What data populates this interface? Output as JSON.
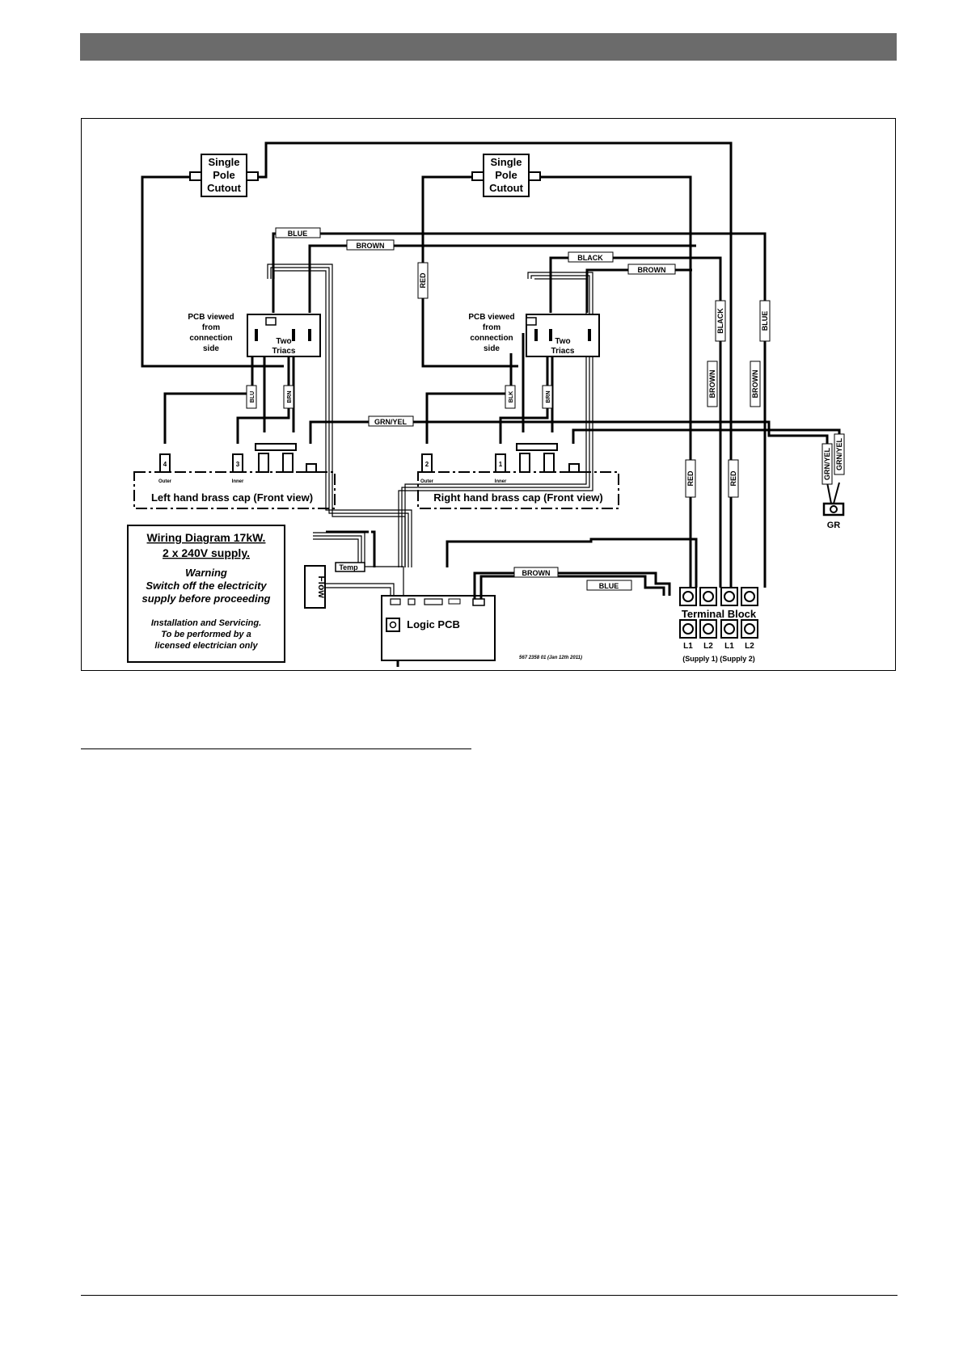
{
  "diagram": {
    "cutout_left": [
      "Single",
      "Pole",
      "Cutout"
    ],
    "cutout_right": [
      "Single",
      "Pole",
      "Cutout"
    ],
    "pcb_view_left": [
      "PCB viewed",
      "from",
      "connection",
      "side"
    ],
    "pcb_view_right": [
      "PCB viewed",
      "from",
      "connection",
      "side"
    ],
    "triacs_left": [
      "Two",
      "Triacs"
    ],
    "triacs_right": [
      "Two",
      "Triacs"
    ],
    "wire_blue_top": "BLUE",
    "wire_brown_top": "BROWN",
    "wire_black_top": "BLACK",
    "wire_brown_right": "BROWN",
    "wire_red_mid": "RED",
    "wire_blu_small": "BLU",
    "wire_brn_small_left": "BRN",
    "wire_blk_small": "BLK",
    "wire_brn_small_right": "BRN",
    "wire_grnyel_mid": "GRN/YEL",
    "vert_black": "BLACK",
    "vert_blue": "BLUE",
    "vert_brown_1": "BROWN",
    "vert_brown_2": "BROWN",
    "vert_red_1": "RED",
    "vert_red_2": "RED",
    "vert_grnyel_1": "GRN/YEL",
    "vert_grnyel_2": "GRN/YEL",
    "gr_label": "GR",
    "left_cap": {
      "title": "Left hand brass cap (Front view)",
      "pin_outer": "4",
      "pin_inner": "3",
      "outer_label": "Outer",
      "inner_label": "Inner"
    },
    "right_cap": {
      "title": "Right hand brass cap (Front view)",
      "pin_outer": "2",
      "pin_inner": "1",
      "outer_label": "Outer",
      "inner_label": "Inner"
    },
    "info_box": {
      "title_line1": "Wiring Diagram 17kW.",
      "title_line2": "2 x 240V supply.",
      "warning": "Warning",
      "warning_text_1": "Switch off the electricity",
      "warning_text_2": "supply before proceeding",
      "install_1": "Installation and Servicing.",
      "install_2": "To be performed by a",
      "install_3": "licensed electrician only"
    },
    "flow_label": "Flow",
    "temp_label": "Temp",
    "logic_pcb_label": "Logic PCB",
    "wire_brown_bottom": "BROWN",
    "wire_blue_bottom": "BLUE",
    "terminal_block_label": "Terminal Block",
    "terminal_labels": [
      "L1",
      "L2",
      "L1",
      "L2"
    ],
    "supply_labels": "(Supply 1) (Supply 2)",
    "part_number": "567 2358 01  (Jan 12th 2011)"
  }
}
